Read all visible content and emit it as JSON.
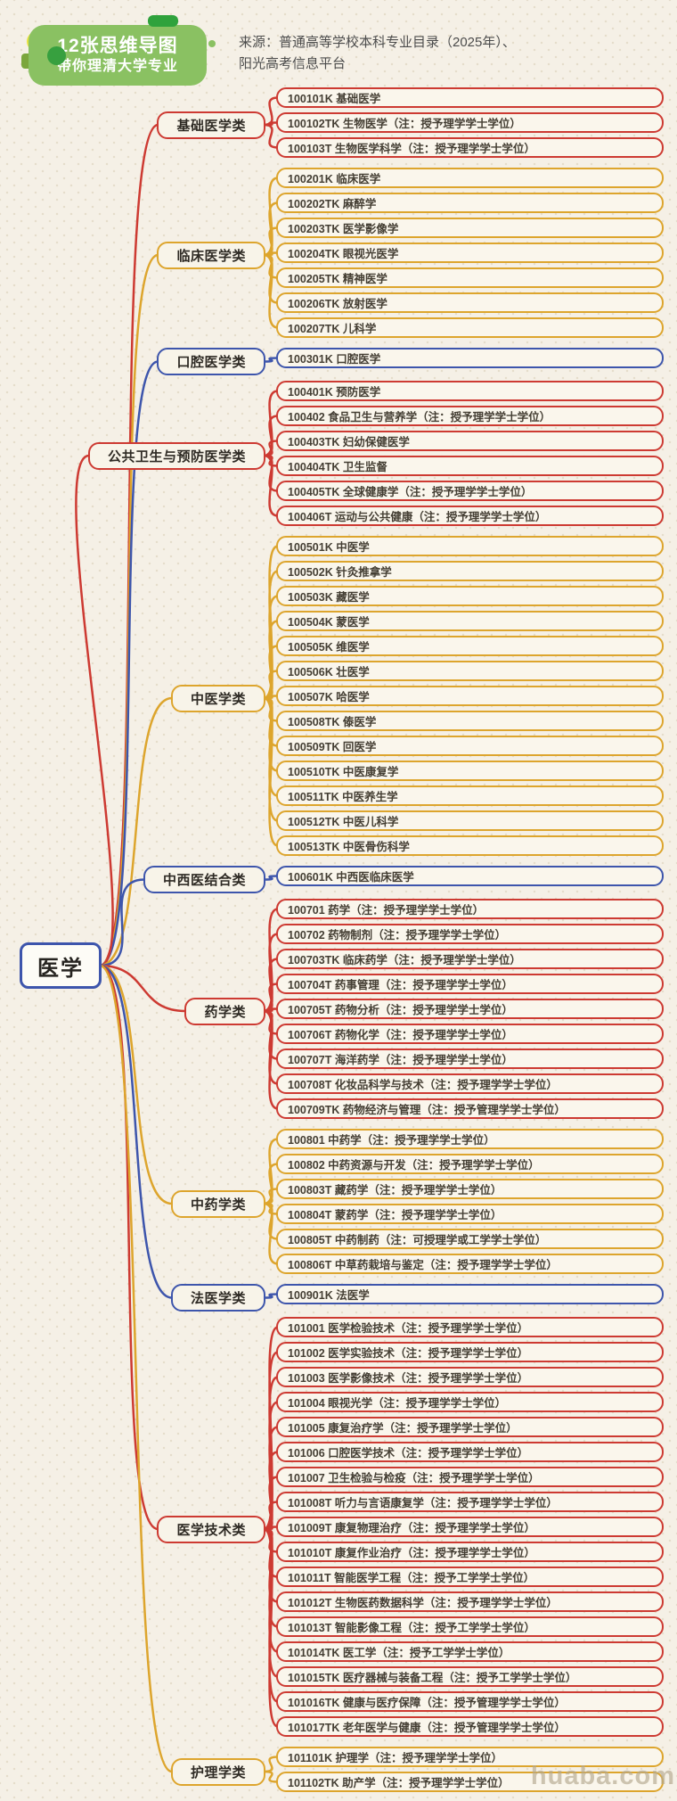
{
  "header": {
    "badge_line1": "12张思维导图",
    "badge_line2": "带你理清大学专业",
    "source_line1": "来源：普通高等学校本科专业目录（2025年）、",
    "source_line2": "阳光高考信息平台"
  },
  "colors": {
    "red": "#cd3a32",
    "yellow": "#dda52d",
    "blue": "#3d55ac",
    "header_green": "#8ac162",
    "page_bg": "#f5f0e6",
    "leaf_bg": "#faf6ec"
  },
  "root": {
    "label": "医学"
  },
  "branches": [
    {
      "label": "基础医学类",
      "color": "red",
      "leaves": [
        "100101K 基础医学",
        "100102TK 生物医学（注：授予理学学士学位）",
        "100103T 生物医学科学（注：授予理学学士学位）"
      ]
    },
    {
      "label": "临床医学类",
      "color": "yellow",
      "leaves": [
        "100201K 临床医学",
        "100202TK 麻醉学",
        "100203TK 医学影像学",
        "100204TK 眼视光医学",
        "100205TK 精神医学",
        "100206TK 放射医学",
        "100207TK 儿科学"
      ]
    },
    {
      "label": "口腔医学类",
      "color": "blue",
      "leaves": [
        "100301K 口腔医学"
      ]
    },
    {
      "label": "公共卫生与预防医学类",
      "color": "red",
      "leaves": [
        "100401K 预防医学",
        "100402 食品卫生与营养学（注：授予理学学士学位）",
        "100403TK 妇幼保健医学",
        "100404TK 卫生监督",
        "100405TK 全球健康学（注：授予理学学士学位）",
        "100406T 运动与公共健康（注：授予理学学士学位）"
      ]
    },
    {
      "label": "中医学类",
      "color": "yellow",
      "leaves": [
        "100501K 中医学",
        "100502K 针灸推拿学",
        "100503K 藏医学",
        "100504K 蒙医学",
        "100505K 维医学",
        "100506K 壮医学",
        "100507K 哈医学",
        "100508TK 傣医学",
        "100509TK 回医学",
        "100510TK 中医康复学",
        "100511TK 中医养生学",
        "100512TK 中医儿科学",
        "100513TK 中医骨伤科学"
      ]
    },
    {
      "label": "中西医结合类",
      "color": "blue",
      "leaves": [
        "100601K 中西医临床医学"
      ]
    },
    {
      "label": "药学类",
      "color": "red",
      "leaves": [
        "100701 药学（注：授予理学学士学位）",
        "100702 药物制剂（注：授予理学学士学位）",
        "100703TK 临床药学（注：授予理学学士学位）",
        "100704T 药事管理（注：授予理学学士学位）",
        "100705T 药物分析（注：授予理学学士学位）",
        "100706T 药物化学（注：授予理学学士学位）",
        "100707T 海洋药学（注：授予理学学士学位）",
        "100708T 化妆品科学与技术（注：授予理学学士学位）",
        "100709TK 药物经济与管理（注：授予管理学学士学位）"
      ]
    },
    {
      "label": "中药学类",
      "color": "yellow",
      "leaves": [
        "100801 中药学（注：授予理学学士学位）",
        "100802 中药资源与开发（注：授予理学学士学位）",
        "100803T 藏药学（注：授予理学学士学位）",
        "100804T 蒙药学（注：授予理学学士学位）",
        "100805T 中药制药（注：可授理学或工学学士学位）",
        "100806T 中草药栽培与鉴定（注：授予理学学士学位）"
      ]
    },
    {
      "label": "法医学类",
      "color": "blue",
      "leaves": [
        "100901K 法医学"
      ]
    },
    {
      "label": "医学技术类",
      "color": "red",
      "leaves": [
        "101001 医学检验技术（注：授予理学学士学位）",
        "101002 医学实验技术（注：授予理学学士学位）",
        "101003 医学影像技术（注：授予理学学士学位）",
        "101004 眼视光学（注：授予理学学士学位）",
        "101005 康复治疗学（注：授予理学学士学位）",
        "101006 口腔医学技术（注：授予理学学士学位）",
        "101007 卫生检验与检疫（注：授予理学学士学位）",
        "101008T 听力与言语康复学（注：授予理学学士学位）",
        "101009T 康复物理治疗（注：授予理学学士学位）",
        "101010T 康复作业治疗（注：授予理学学士学位）",
        "101011T 智能医学工程（注：授予工学学士学位）",
        "101012T 生物医药数据科学（注：授予理学学士学位）",
        "101013T 智能影像工程（注：授予工学学士学位）",
        "101014TK 医工学（注：授予工学学士学位）",
        "101015TK 医疗器械与装备工程（注：授予工学学士学位）",
        "101016TK 健康与医疗保障（注：授予管理学学士学位）",
        "101017TK 老年医学与健康（注：授予管理学学士学位）"
      ]
    },
    {
      "label": "护理学类",
      "color": "yellow",
      "leaves": [
        "101101K 护理学（注：授予理学学士学位）",
        "101102TK 助产学（注：授予理学学士学位）"
      ]
    }
  ],
  "watermark": "huaba.com"
}
